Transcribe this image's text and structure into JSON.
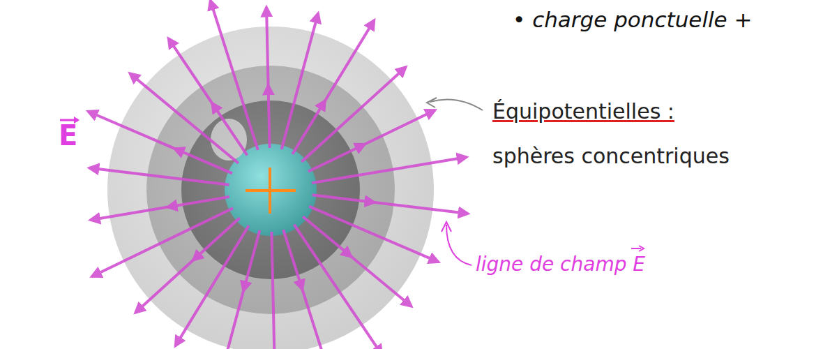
{
  "diagram": {
    "labels": [
      "• charge ponctuelle +",
      "E",
      "Équipotentielles :",
      "sphères concentriques",
      "ligne de champ E"
    ]
  }
}
